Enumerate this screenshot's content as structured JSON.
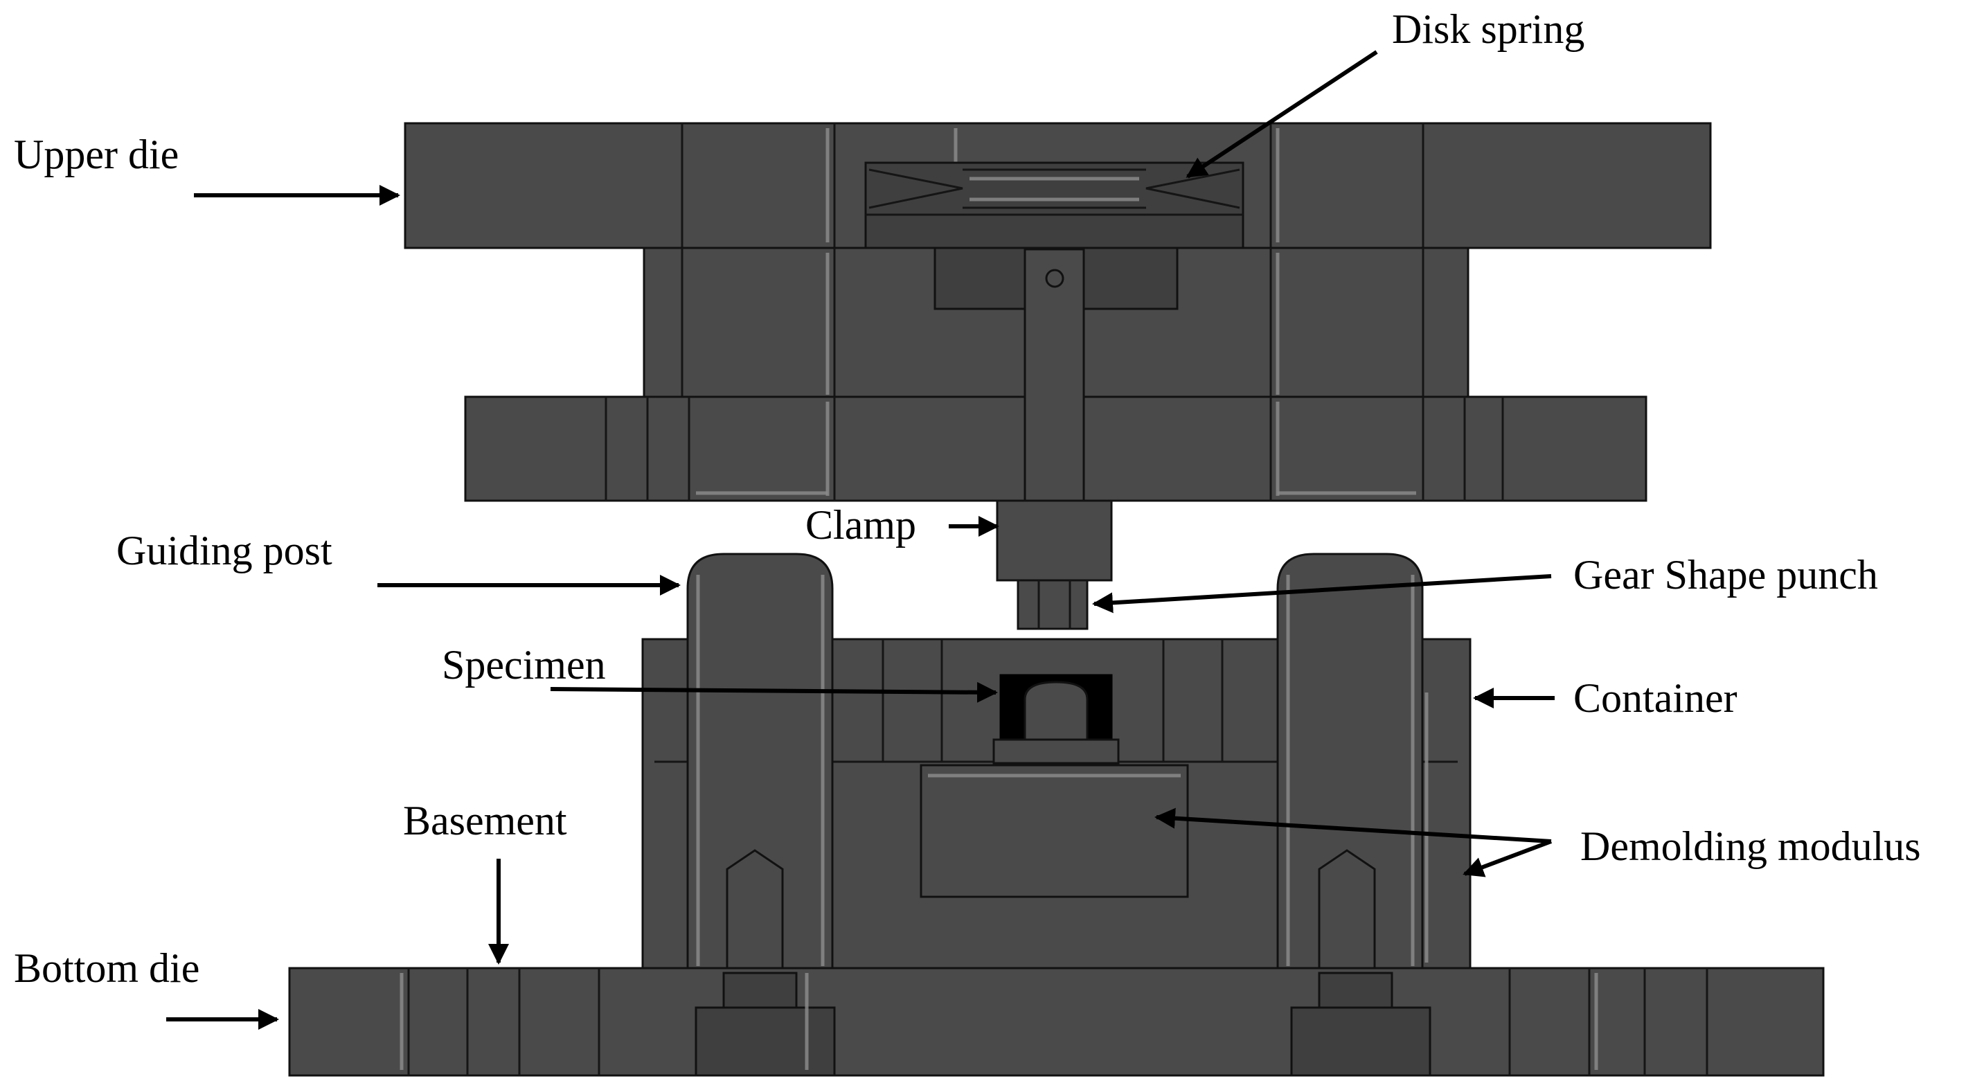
{
  "labels": {
    "upper_die": "Upper die",
    "disk_spring": "Disk spring",
    "clamp": "Clamp",
    "guiding_post": "Guiding post",
    "gear_shape_punch": "Gear Shape punch",
    "specimen": "Specimen",
    "container": "Container",
    "basement": "Basement",
    "demolding_modulus": "Demolding modulus",
    "bottom_die": "Bottom die"
  },
  "colors": {
    "metal": "#4a4a4a",
    "edge": "#111111",
    "highlight": "#8a8a8a",
    "specimen": "#000000",
    "background": "#ffffff"
  }
}
